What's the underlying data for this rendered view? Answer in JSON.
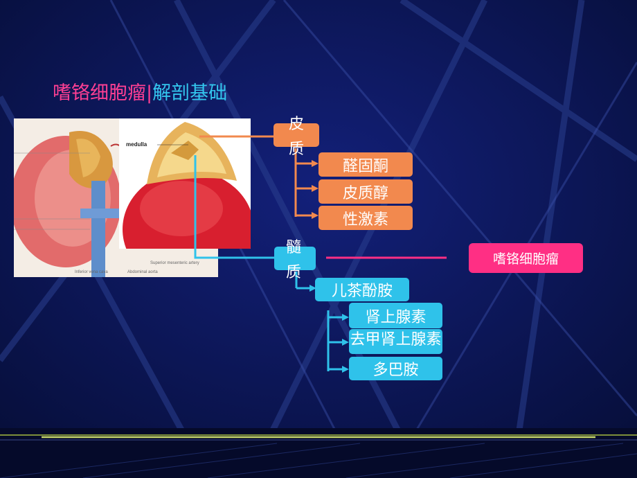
{
  "title": {
    "part1": "嗜铬细胞瘤",
    "separator": "|",
    "part2": "解剖基础"
  },
  "figure": {
    "medulla_label": "medulla",
    "captions": [
      "Superior mesenteric artery",
      "Inferior vena cava",
      "Abdominal aorta"
    ]
  },
  "cortex": {
    "label_line1": "皮",
    "label_line2": "质",
    "items": [
      "醛固酮",
      "皮质醇",
      "性激素"
    ]
  },
  "medulla": {
    "label_line1": "髓",
    "label_line2": "质",
    "category": "儿茶酚胺",
    "items": [
      "肾上腺素",
      "去甲肾上腺素",
      "多巴胺"
    ]
  },
  "tumor": {
    "label": "嗜铬细胞瘤"
  },
  "colors": {
    "background": "#0a1550",
    "orange": "#f2894e",
    "cyan": "#2fc2ea",
    "pink": "#ff2f84"
  }
}
